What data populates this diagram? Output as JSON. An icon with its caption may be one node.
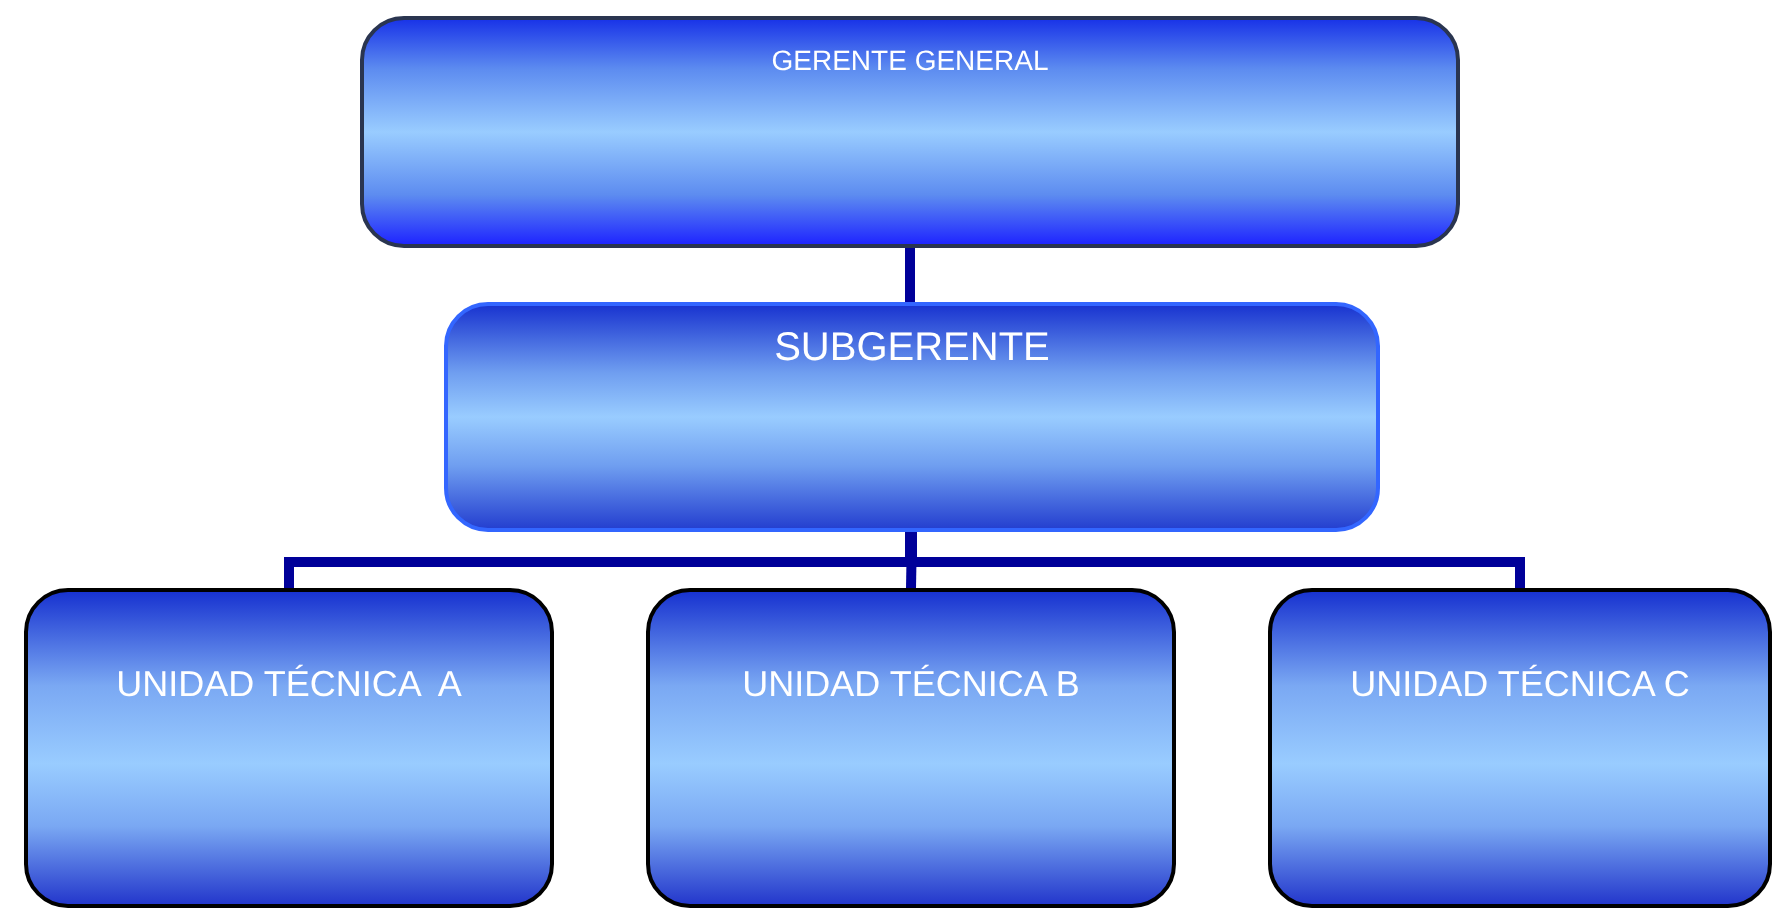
{
  "diagram": {
    "nodes": [
      {
        "text": [
          "GERENTE GENERAL"
        ]
      },
      {
        "text": [
          "SUBGERENTE"
        ]
      },
      {
        "text": [
          "UNIDAD TÉCNICA  A"
        ]
      },
      {
        "text": [
          "UNIDAD TÉCNICA B"
        ]
      },
      {
        "text": [
          "UNIDAD TÉCNICA C"
        ]
      }
    ],
    "edges": [
      {
        "from": 0,
        "to": 1,
        "arrow": "none"
      },
      {
        "from": 1,
        "to": 2,
        "arrow": "none"
      },
      {
        "from": 1,
        "to": 3,
        "arrow": "none"
      },
      {
        "from": 1,
        "to": 4,
        "arrow": "none"
      }
    ]
  }
}
